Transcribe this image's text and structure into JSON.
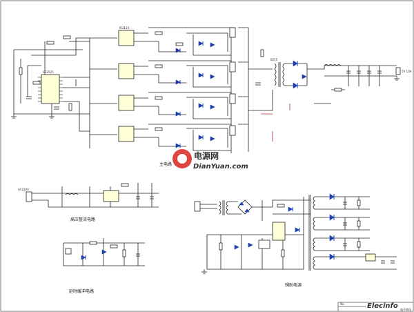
{
  "section_titles": {
    "main": "主电路",
    "hv_rectifier": "高压整流电路",
    "delay_buffer": "延时缓冲电路",
    "aux_supply": "辅助电源"
  },
  "watermark": {
    "brand_cn": "电源网",
    "brand_en": "DianYuan.com"
  },
  "logo": {
    "text": "Elecinfo",
    "sub": "电子资讯"
  },
  "labels": {
    "output_label": "5V 10A",
    "ic_main": "SG3525",
    "transformer": "EE55",
    "hv_input": "AC220V",
    "driver_ic": "IR2110",
    "title_block_no": "No."
  },
  "colors": {
    "wire": "#222222",
    "diode": "#1e3fb0",
    "red_net": "#bb2222",
    "chip_fill": "#ffffd8",
    "watermark_red": "#d9231c",
    "watermark_blue": "#1a5fb4"
  }
}
